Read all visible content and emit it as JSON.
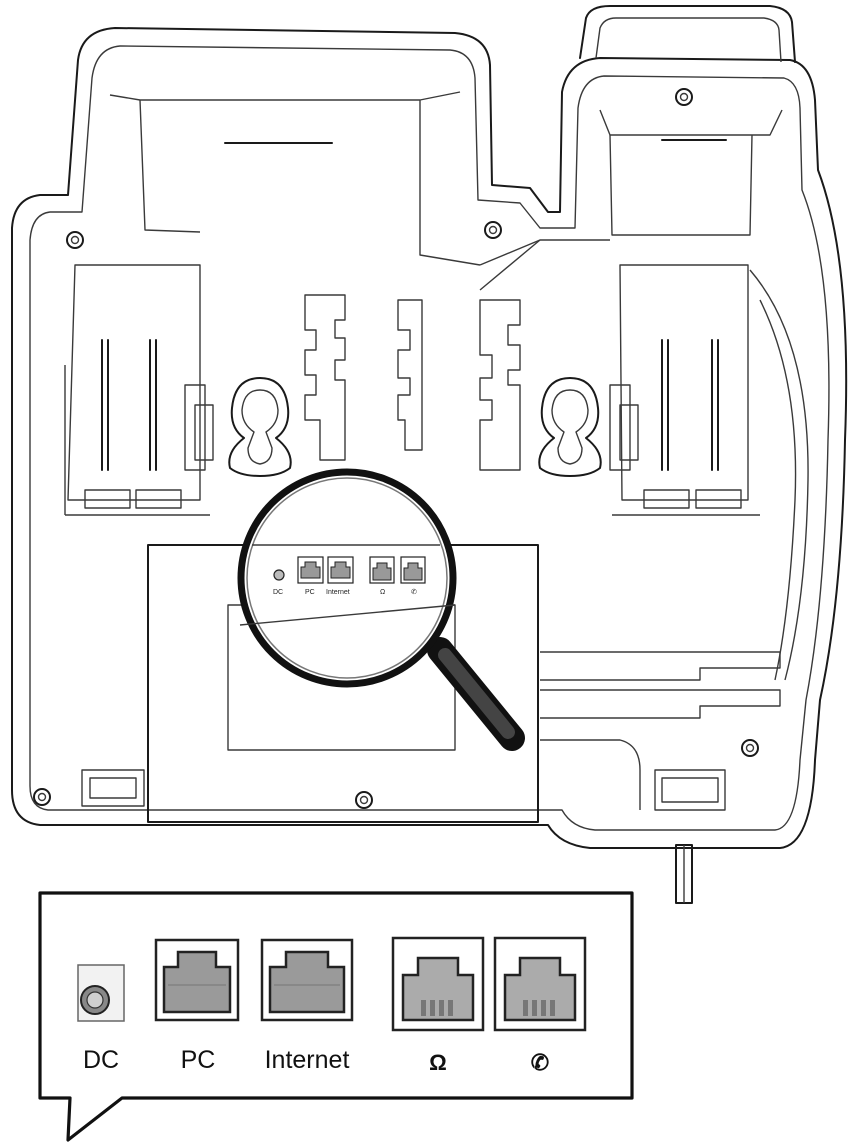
{
  "callout": {
    "ports": [
      {
        "id": "dc",
        "label": "DC",
        "icon": "dc-power-jack-icon"
      },
      {
        "id": "pc",
        "label": "PC",
        "icon": "rj45-port-icon"
      },
      {
        "id": "internet",
        "label": "Internet",
        "icon": "rj45-port-icon"
      },
      {
        "id": "headset",
        "label": "Ω",
        "icon": "headset-port-icon"
      },
      {
        "id": "handset",
        "label": "✆",
        "icon": "handset-port-icon"
      }
    ]
  },
  "colors": {
    "outline": "#1a1a1a",
    "port_fill": "#9a9a9a",
    "background": "#ffffff"
  }
}
